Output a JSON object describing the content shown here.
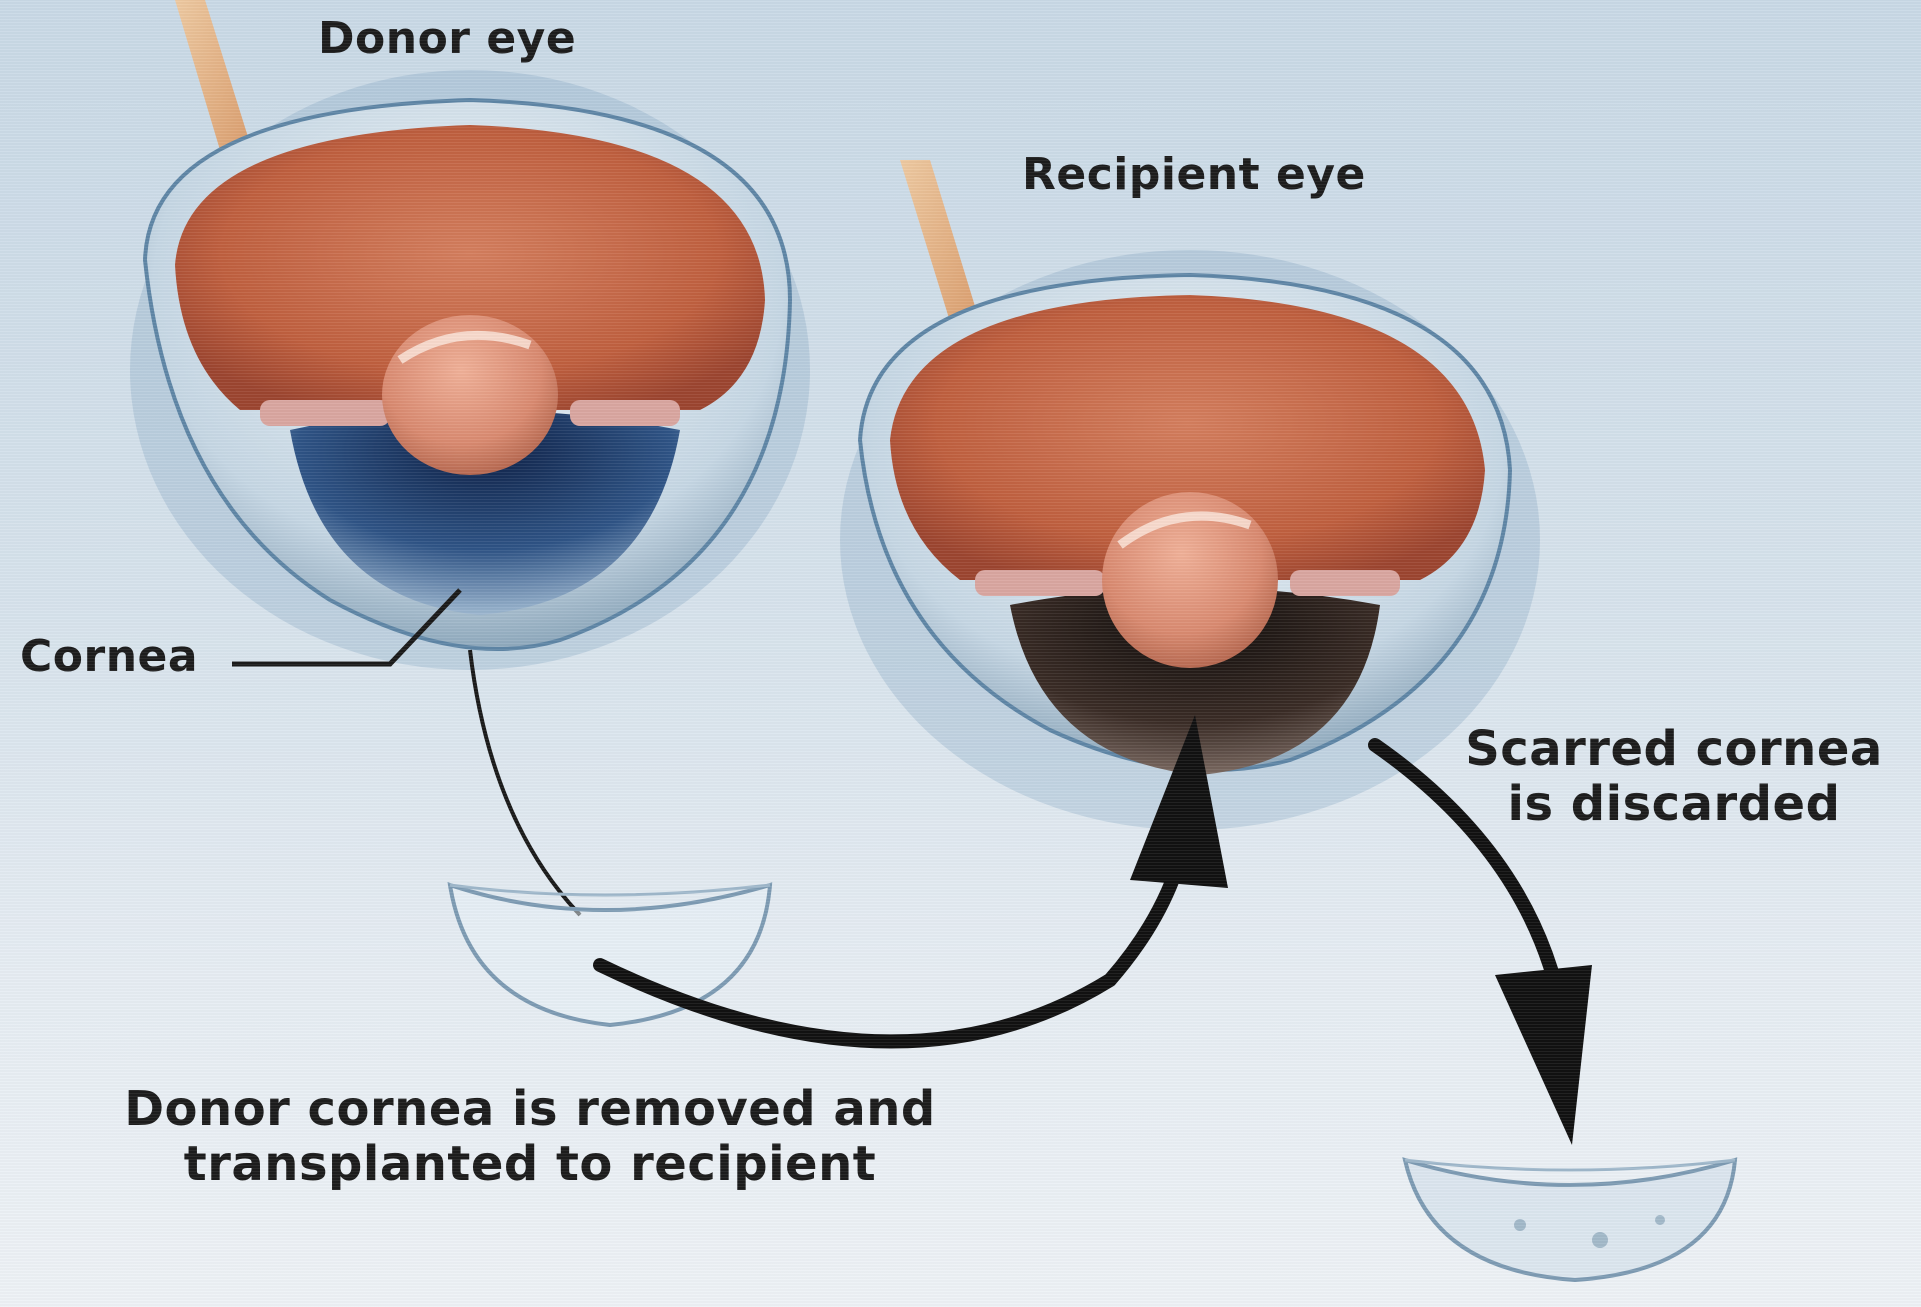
{
  "labels": {
    "donor_eye": "Donor eye",
    "recipient_eye": "Recipient eye",
    "cornea": "Cornea",
    "scarred_cornea_line1": "Scarred cornea",
    "scarred_cornea_line2": "is discarded",
    "donor_caption_line1": "Donor cornea is removed and",
    "donor_caption_line2": "transplanted to recipient"
  },
  "colors": {
    "background": "#d3dfe9",
    "eye_interior": "#c8674a",
    "lens": "#d98a72",
    "sclera": "#dce8f0",
    "donor_iris": "#2a4a7a",
    "recipient_iris": "#2a211d",
    "arrow": "#111111",
    "optic_nerve": "#e8a868"
  }
}
